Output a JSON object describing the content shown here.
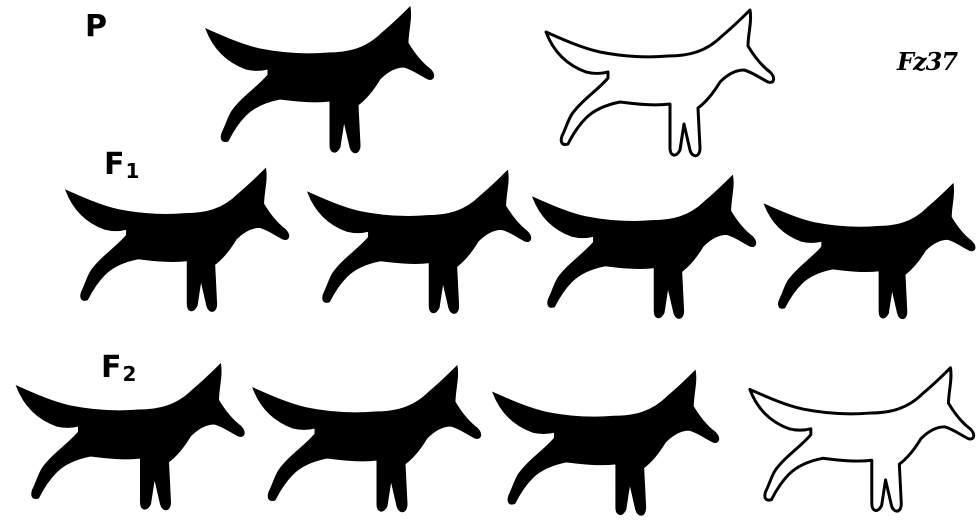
{
  "figure": {
    "number_label": "Fz37",
    "colors": {
      "ink": "#000000",
      "background": "#ffffff"
    }
  },
  "generations": [
    {
      "label": "P",
      "subscript": "",
      "dogs": [
        "black",
        "white"
      ]
    },
    {
      "label": "F",
      "subscript": "1",
      "dogs": [
        "black",
        "black",
        "black",
        "black"
      ]
    },
    {
      "label": "F",
      "subscript": "2",
      "dogs": [
        "black",
        "black",
        "black",
        "white"
      ]
    }
  ]
}
